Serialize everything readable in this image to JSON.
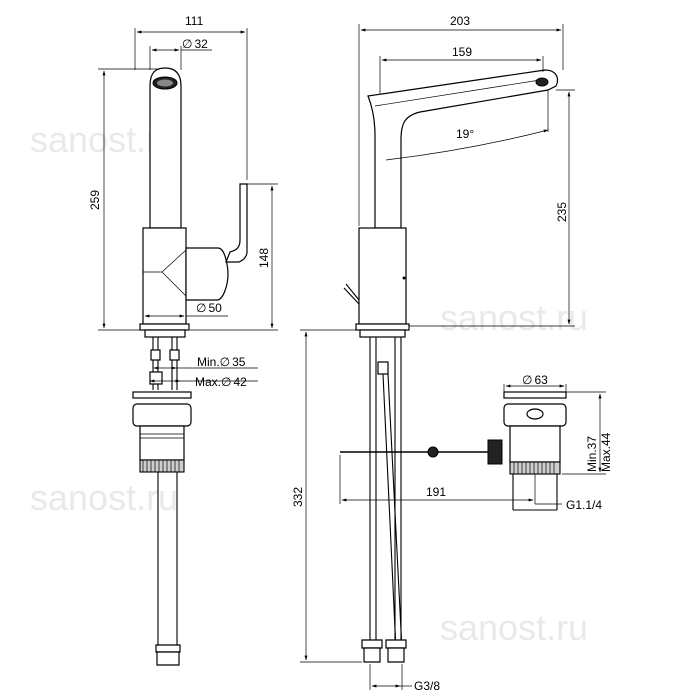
{
  "watermark": "sanost.ru",
  "dimensions": {
    "overall_width_front": "111",
    "spout_diameter": "32",
    "overall_height": "259",
    "handle_height": "148",
    "body_diameter": "50",
    "hole_min": "Min.",
    "hole_min_value": "35",
    "hole_max": "Max.",
    "hole_max_value": "42",
    "spout_projection_total": "203",
    "spout_reach": "159",
    "spout_angle": "19°",
    "spout_height": "235",
    "hose_length": "332",
    "rod_length": "191",
    "waste_diameter": "63",
    "waste_min": "Min.37",
    "waste_max": "Max.44",
    "waste_thread": "G1.1/4",
    "supply_thread": "G3/8"
  },
  "symbols": {
    "diameter": "∅"
  }
}
